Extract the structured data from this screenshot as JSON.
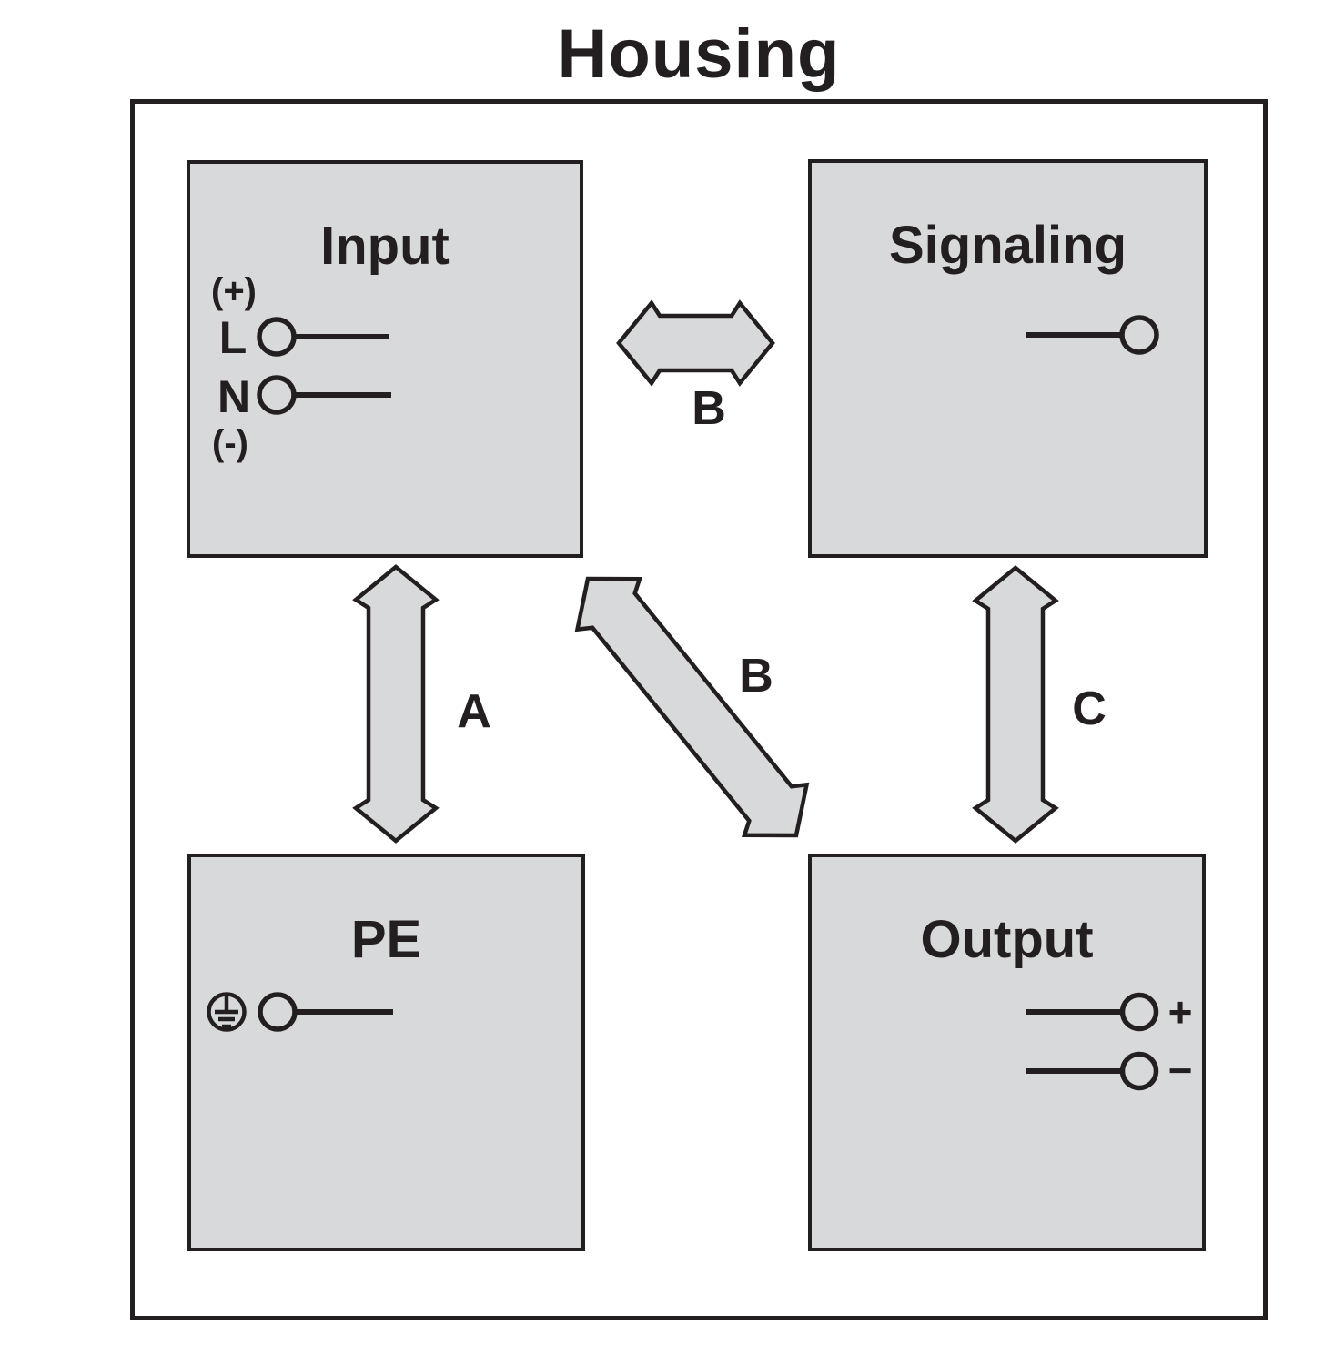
{
  "title": "Housing",
  "colors": {
    "stroke": "#231f20",
    "box_fill": "#d8d9da",
    "background": "#ffffff"
  },
  "boxes": {
    "input": {
      "title": "Input",
      "plus_label": "(+)",
      "line_label": "L",
      "neutral_label": "N",
      "minus_label": "(-)"
    },
    "signaling": {
      "title": "Signaling"
    },
    "pe": {
      "title": "PE"
    },
    "output": {
      "title": "Output",
      "plus_label": "+",
      "minus_label": "−"
    }
  },
  "arrows": {
    "a": {
      "label": "A"
    },
    "b_top": {
      "label": "B"
    },
    "b_diagonal": {
      "label": "B"
    },
    "c": {
      "label": "C"
    }
  }
}
